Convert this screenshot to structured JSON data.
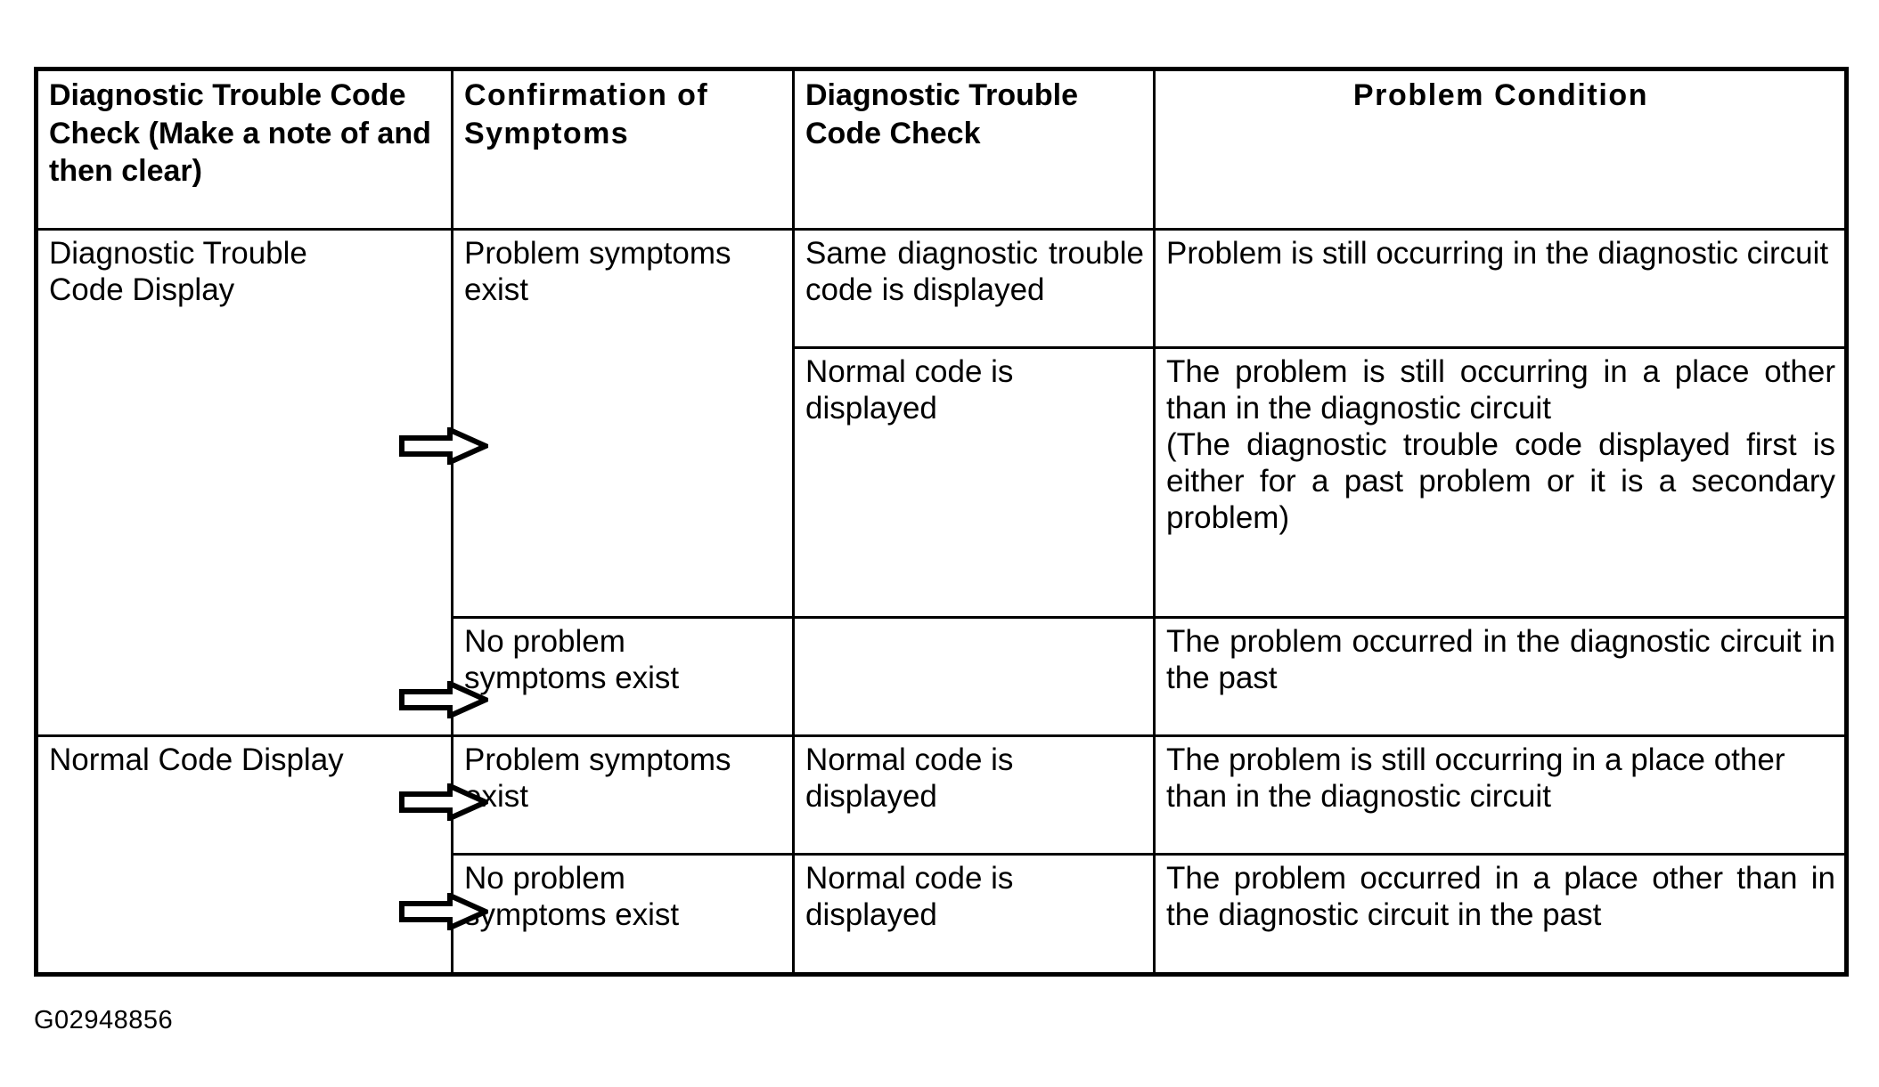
{
  "figure": {
    "caption": "G02948856"
  },
  "table": {
    "headers": [
      "Diagnostic Trouble Code Check (Make a note of and then clear)",
      "Confirmation of Symptoms",
      "Diagnostic Trouble Code Check",
      "Problem Condition"
    ],
    "rows": [
      {
        "col1": "Diagnostic Trouble\nCode Display",
        "col2": "Problem symptoms\nexist",
        "col3": "Same diagnostic trouble code is displayed",
        "col4": "Problem is still occurring in the diagnostic circuit"
      },
      {
        "col1": "",
        "col2": "",
        "col3": "Normal code is\ndisplayed",
        "col4": "The problem is still occurring in a place other than in the diagnostic circuit\n(The diagnostic trouble code displayed first is either for a past problem or it is a secondary problem)"
      },
      {
        "col1": "",
        "col2": "No problem\nsymptoms exist",
        "col3": "",
        "col4": "The problem occurred in the diagnostic circuit in the past"
      },
      {
        "col1": "Normal Code Display",
        "col2": "Problem symptoms\nexist",
        "col3": "Normal code is\ndisplayed",
        "col4": "The problem is still occurring in a place other than in the diagnostic circuit"
      },
      {
        "col1": "",
        "col2": "No problem\nsymptoms exist",
        "col3": "Normal code is\ndisplayed",
        "col4": "The problem occurred in a place other than in the diagnostic circuit in the past"
      }
    ],
    "arrows": [
      "flow-arrow-row-1",
      "flow-arrow-row-3",
      "flow-arrow-row-4",
      "flow-arrow-row-5"
    ]
  },
  "colors": {
    "border": "#000000",
    "background": "#ffffff",
    "text": "#000000"
  }
}
